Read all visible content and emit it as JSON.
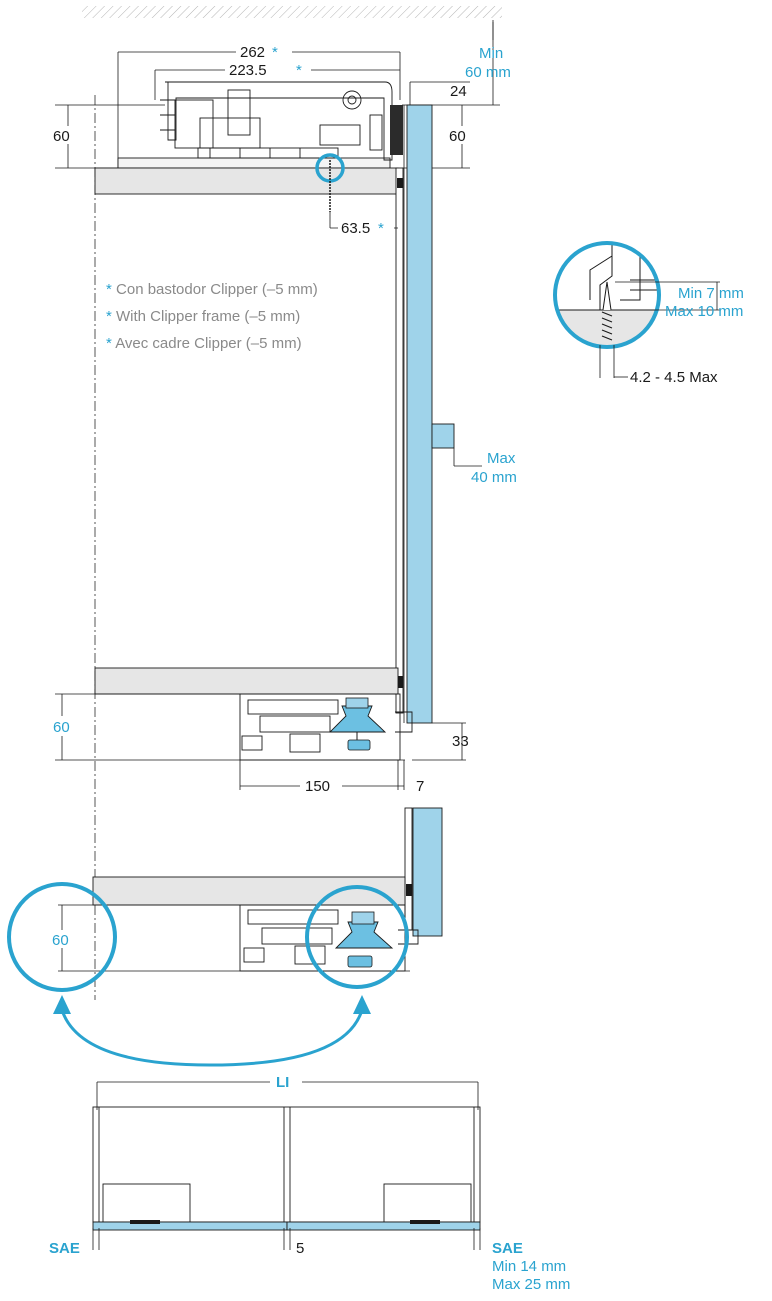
{
  "colors": {
    "accent": "#2aa3cf",
    "glass": "#9fd3ea",
    "shelf": "#e6e6e6",
    "line": "#1a1a1a",
    "note": "#8a8a8a"
  },
  "top_view": {
    "dim_262": "262",
    "dim_223_5": "223.5",
    "dim_24": "24",
    "dim_60_left": "60",
    "dim_60_right": "60",
    "min_label": "Min",
    "min_value": "60 mm",
    "dim_63_5": "63.5",
    "asterisk": "*"
  },
  "notes": [
    "Con bastodor Clipper (–5 mm)",
    "With Clipper frame (–5 mm)",
    "Avec cadre Clipper (–5 mm)"
  ],
  "detail": {
    "min": "Min 7 mm",
    "max": "Max 10 mm",
    "screw": "4.2 - 4.5 Max"
  },
  "handle": {
    "max_label": "Max",
    "max_value": "40 mm"
  },
  "bottom_view": {
    "dim_60": "60",
    "dim_33": "33",
    "dim_150": "150",
    "dim_7": "7"
  },
  "zoom_view": {
    "dim_60": "60"
  },
  "plan_view": {
    "li": "LI",
    "sae_left": "SAE",
    "sae_right": "SAE",
    "gap": "5",
    "min": "Min 14 mm",
    "max": "Max 25 mm"
  }
}
